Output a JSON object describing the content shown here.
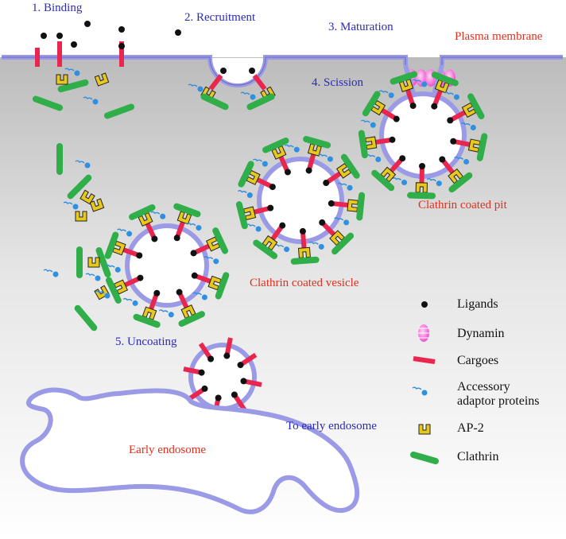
{
  "steps": {
    "binding": "1. Binding",
    "recruitment": "2. Recruitment",
    "maturation": "3. Maturation",
    "scission": "4. Scission",
    "uncoating": "5. Uncoating"
  },
  "labels": {
    "plasma_membrane": "Plasma membrane",
    "coated_pit": "Clathrin coated pit",
    "coated_vesicle": "Clathrin coated vesicle",
    "early_endosome": "Early endosome",
    "to_early_endosome": "To early endosome"
  },
  "legend": {
    "ligands": "Ligands",
    "dynamin": "Dynamin",
    "cargoes": "Cargoes",
    "accessory_line1": "Accessory",
    "accessory_line2": "adaptor proteins",
    "ap2": "AP-2",
    "clathrin": "Clathrin"
  },
  "colors": {
    "step_text": "#2b2bb4",
    "annotation_text": "#e0301e",
    "membrane": "#9a9ae6",
    "cargo": "#e8264e",
    "clathrin": "#2fae4a",
    "ap2": "#e8c81a",
    "dynamin": "#ee3fc8",
    "adaptor": "#2f8fe0"
  }
}
